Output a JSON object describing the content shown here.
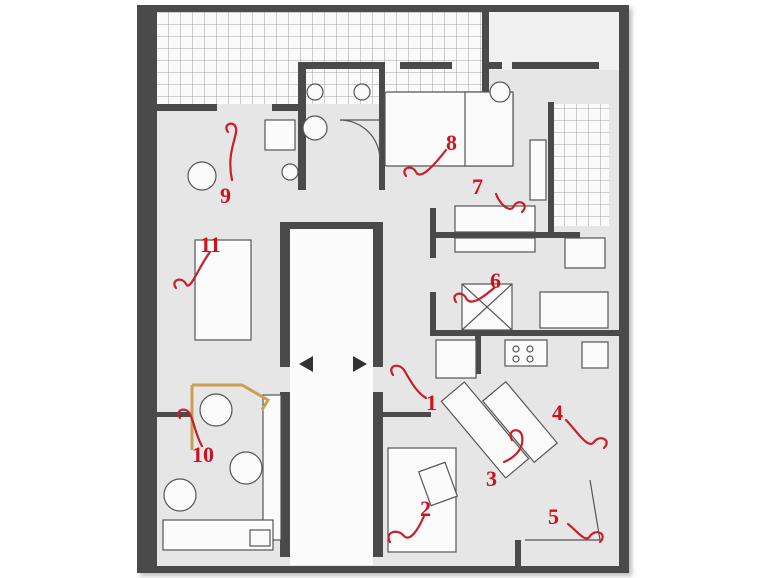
{
  "colors": {
    "wall": "#4a4a4a",
    "floor": "#e6e6e6",
    "terrace": "#f7f7f7",
    "label": "#d0101e",
    "marker": "#c8202a",
    "furniture": "#fbfbfb",
    "outline": "#555555",
    "accent": "#c8a052"
  },
  "room_labels": [
    {
      "id": "1",
      "text": "1"
    },
    {
      "id": "2",
      "text": "2"
    },
    {
      "id": "3",
      "text": "3"
    },
    {
      "id": "4",
      "text": "4"
    },
    {
      "id": "5",
      "text": "5"
    },
    {
      "id": "6",
      "text": "6"
    },
    {
      "id": "7",
      "text": "7"
    },
    {
      "id": "8",
      "text": "8"
    },
    {
      "id": "9",
      "text": "9"
    },
    {
      "id": "10",
      "text": "10"
    },
    {
      "id": "11",
      "text": "11"
    }
  ]
}
